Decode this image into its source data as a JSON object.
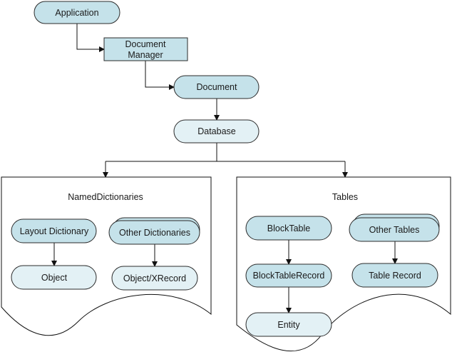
{
  "colors": {
    "dark_fill": "#c5e2ea",
    "light_fill": "#e3f1f5",
    "stroke": "#2b2b2b"
  },
  "nodes": {
    "application": "Application",
    "document_manager_line1": "Document",
    "document_manager_line2": "Manager",
    "document": "Document",
    "database": "Database"
  },
  "left_panel": {
    "title": "NamedDictionaries",
    "layout_dictionary": "Layout Dictionary",
    "other_dictionaries": "Other Dictionaries",
    "object": "Object",
    "object_xrecord": "Object/XRecord"
  },
  "right_panel": {
    "title": "Tables",
    "block_table": "BlockTable",
    "other_tables": "Other Tables",
    "block_table_record": "BlockTableRecord",
    "table_record": "Table Record",
    "entity": "Entity"
  }
}
